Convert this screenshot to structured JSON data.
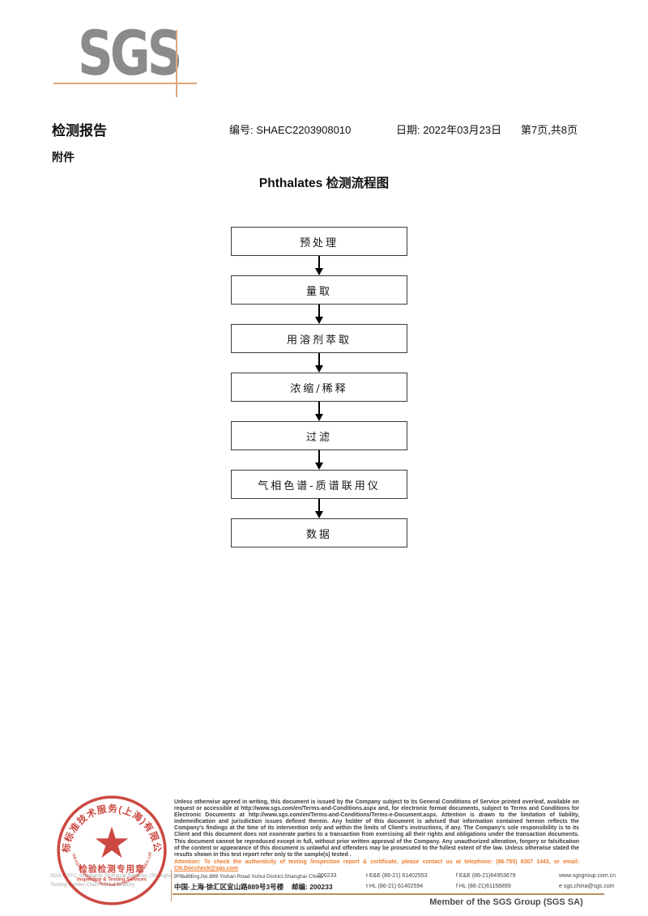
{
  "logo": {
    "text": "SGS",
    "letter_color": "#8a8b8d",
    "accent_color": "#dfa77c"
  },
  "header": {
    "report_title": "检测报告",
    "report_no": "编号: SHAEC2203908010",
    "date": "日期: 2022年03月23日",
    "page": "第7页,共8页",
    "attachment_label": "附件"
  },
  "flowchart": {
    "title": "Phthalates 检测流程图",
    "steps": [
      "预处理",
      "量取",
      "用溶剂萃取",
      "浓缩/稀释",
      "过滤",
      "气相色谱-质谱联用仪",
      "数据"
    ]
  },
  "stamp": {
    "arc_top": "通标标准技术服务(上海)有限公司",
    "arc_bottom": "SGS-CSTC Standards Technical Services(Shanghai)Co.,Ltd.",
    "line1": "检验检测专用章",
    "line2": "Inspection & Testing Services",
    "color": "#c53029"
  },
  "company": {
    "line1": "SGS-CSTC Standards Technical Services (Shanghai) Co.,Ltd.",
    "line2": "Testing Center-Chemical Laboratory"
  },
  "legal": {
    "paragraph": "Unless otherwise agreed in writing, this document is issued by the Company subject to its General Conditions of Service printed overleaf, available on request or accessible at http://www.sgs.com/en/Terms-and-Conditions.aspx and, for electronic format documents, subject to Terms and Conditions for Electronic Documents at http://www.sgs.com/en/Terms-and-Conditions/Terms-e-Document.aspx. Attention is drawn to the limitation of liability, indemnification and jurisdiction issues defined therein. Any holder of this document is advised that information contained hereon reflects the Company's findings at the time of its intervention only and within the limits of Client's instructions, if any. The Company's sole responsibility is to its Client and this document does not exonerate parties to a transaction from exercising all their rights and obligations under the transaction documents. This document cannot be reproduced except in full, without prior written approval of the Company. Any unauthorized alteration, forgery or falsification of the content or appearance of this document is unlawful and offenders may be prosecuted to the fullest extent of the law. Unless otherwise stated the results shown in this test report refer only to the sample(s) tested .",
    "attention_prefix": "Attention: To check the authenticity of testing /inspection report & certificate, please contact us at telephone: (86-755) 8307 1443, or email: ",
    "attention_email": "CN.Doccheck@sgs.com"
  },
  "footer": {
    "address_en": "3ʳᵈBuilding,No.889 Yishan Road Xuhui District,Shanghai China",
    "zip_en": "200233",
    "address_cn": "中国·上海·徐汇区宜山路889号3号楼",
    "zip_cn": "邮编: 200233",
    "tel_en": "t E&E (86-21) 61402553",
    "fax_en": "f E&E (86-21)64953679",
    "web": "www.sgsgroup.com.cn",
    "tel_cn": "t HL (86-21) 61402594",
    "fax_cn": "f HL (86-21)61156899",
    "email": "e sgs.china@sgs.com",
    "member_label": "Member of the SGS Group (SGS SA)"
  }
}
